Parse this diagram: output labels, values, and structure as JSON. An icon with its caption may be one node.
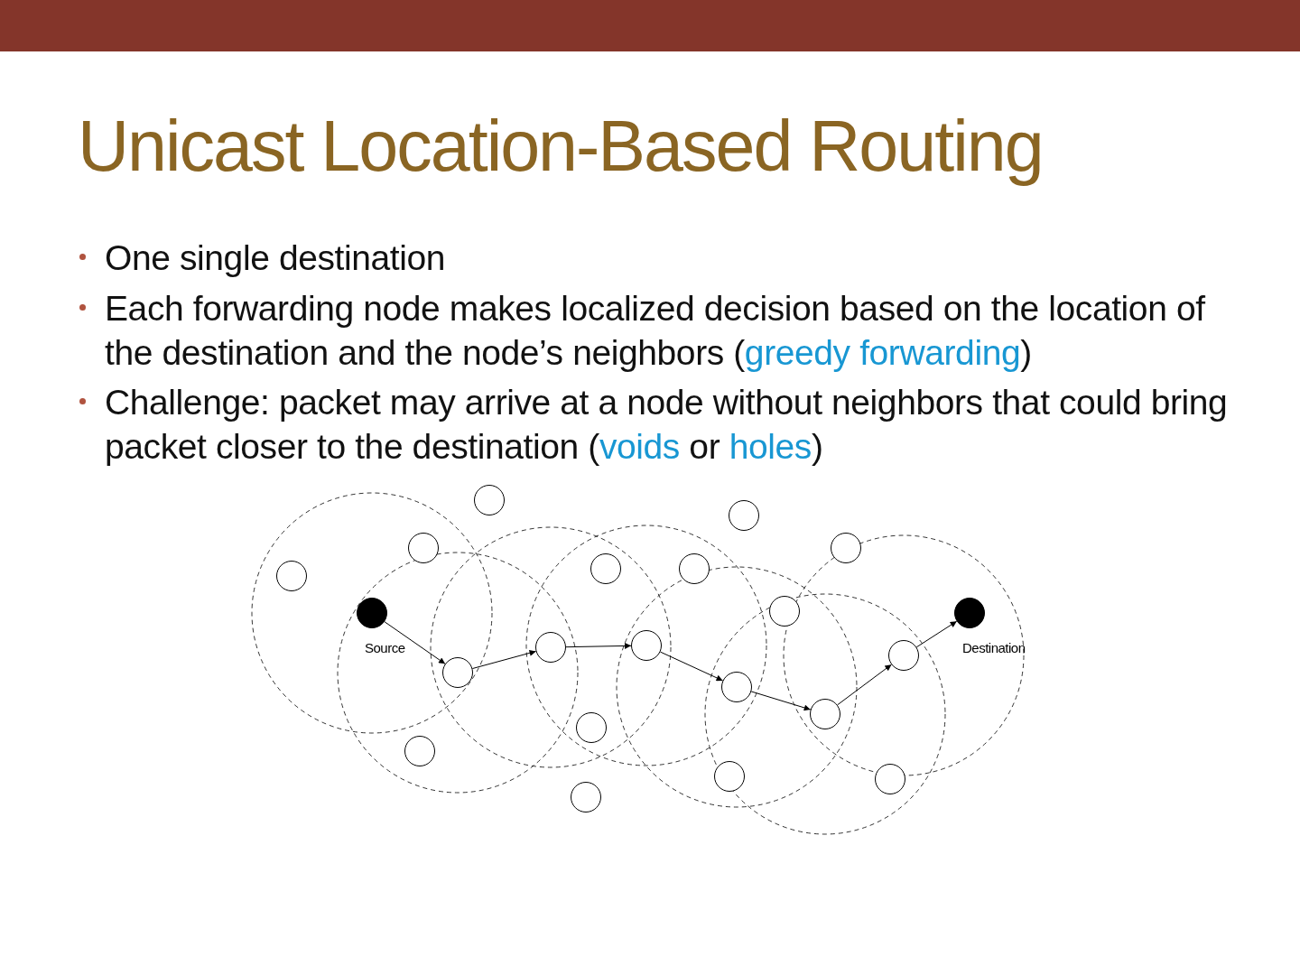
{
  "diagram": {
    "title": "Unicast Location-Based Routing",
    "nodes": [
      {
        "text": [],
        "shape": "circle",
        "beside": [
          "Source"
        ]
      },
      {
        "text": [],
        "shape": "circle"
      },
      {
        "text": [],
        "shape": "circle"
      },
      {
        "text": [],
        "shape": "circle"
      },
      {
        "text": [],
        "shape": "circle"
      },
      {
        "text": [],
        "shape": "circle"
      },
      {
        "text": [],
        "shape": "circle"
      },
      {
        "text": [],
        "shape": "circle",
        "beside": [
          "Destination"
        ]
      },
      {
        "text": [],
        "shape": "circle"
      },
      {
        "text": [],
        "shape": "circle"
      },
      {
        "text": [],
        "shape": "circle"
      },
      {
        "text": [],
        "shape": "circle"
      },
      {
        "text": [],
        "shape": "circle"
      },
      {
        "text": [],
        "shape": "circle"
      },
      {
        "text": [],
        "shape": "circle"
      },
      {
        "text": [],
        "shape": "circle"
      },
      {
        "text": [],
        "shape": "circle"
      },
      {
        "text": [],
        "shape": "circle"
      },
      {
        "text": [],
        "shape": "circle"
      },
      {
        "text": [],
        "shape": "circle"
      },
      {
        "text": [],
        "shape": "circle"
      }
    ],
    "edges": [
      {
        "from": 0,
        "to": 1,
        "arrow": "to"
      },
      {
        "from": 1,
        "to": 2,
        "arrow": "to"
      },
      {
        "from": 2,
        "to": 3,
        "arrow": "to"
      },
      {
        "from": 3,
        "to": 4,
        "arrow": "to"
      },
      {
        "from": 4,
        "to": 5,
        "arrow": "to"
      },
      {
        "from": 5,
        "to": 6,
        "arrow": "to"
      },
      {
        "from": 6,
        "to": 7,
        "arrow": "to"
      }
    ],
    "labels": [
      "One single destination",
      "Each forwarding node makes localized decision based on the location of the destination and the node’s neighbors (*greedy forwarding*)",
      "Challenge: packet may arrive at a node without neighbors that could bring packet closer to the destination (*voids* or *holes*)"
    ]
  }
}
